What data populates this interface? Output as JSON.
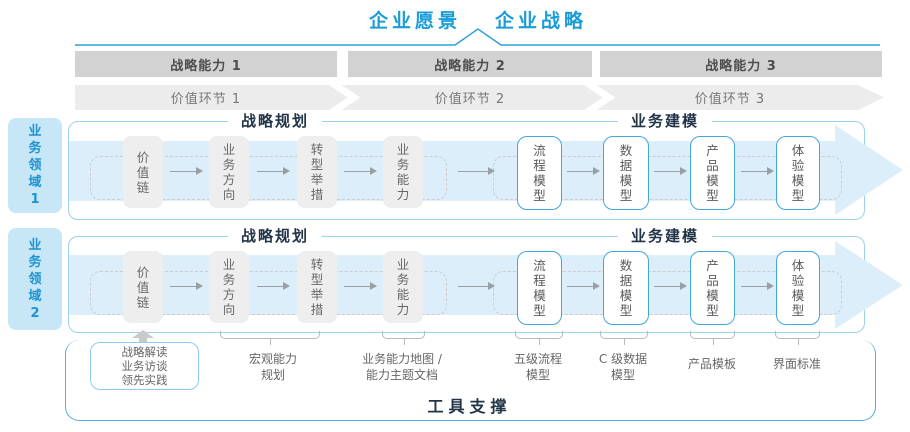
{
  "header": {
    "vision": "企业愿景",
    "strategy": "企业战略"
  },
  "capability_bars": [
    {
      "label": "战略能力 1"
    },
    {
      "label": "战略能力 2"
    },
    {
      "label": "战略能力 3"
    }
  ],
  "value_chain": [
    {
      "label": "价值环节 1"
    },
    {
      "label": "价值环节 2"
    },
    {
      "label": "价值环节 3"
    }
  ],
  "domains": [
    {
      "label": "业务领域 1"
    },
    {
      "label": "业务领域 2"
    }
  ],
  "rows": [
    {
      "planning_header": "战略规划",
      "modeling_header": "业务建模",
      "planning_boxes": [
        "价值链",
        "业务方向",
        "转型举措",
        "业务能力"
      ],
      "modeling_boxes": [
        "流程模型",
        "数据模型",
        "产品模型",
        "体验模型"
      ]
    },
    {
      "planning_header": "战略规划",
      "modeling_header": "业务建模",
      "planning_boxes": [
        "价值链",
        "业务方向",
        "转型举措",
        "业务能力"
      ],
      "modeling_boxes": [
        "流程模型",
        "数据模型",
        "产品模型",
        "体验模型"
      ]
    }
  ],
  "annotations": {
    "practice_box_lines": [
      "战略解读",
      "业务访谈",
      "领先实践"
    ],
    "items": [
      {
        "line1": "宏观能力",
        "line2": "规划"
      },
      {
        "line1": "业务能力地图 /",
        "line2": "能力主题文档"
      },
      {
        "line1": "五级流程",
        "line2": "模型"
      },
      {
        "line1": "C 级数据",
        "line2": "模型"
      },
      {
        "line1": "产品模板",
        "line2": ""
      },
      {
        "line1": "界面标准",
        "line2": ""
      }
    ]
  },
  "footer": {
    "label": "工具支撑"
  },
  "colors": {
    "accent_blue": "#1a9cd8",
    "navy_text": "#223448",
    "bar_gray": "#d2d2d2",
    "chevron_gray": "#ececec",
    "band_blue": "#dceef9",
    "row_border_blue": "#9bd2ed",
    "box_border_blue": "#42a7db",
    "domain_bg_blue": "#c7e6f6",
    "footer_border_blue": "#54abdc"
  }
}
